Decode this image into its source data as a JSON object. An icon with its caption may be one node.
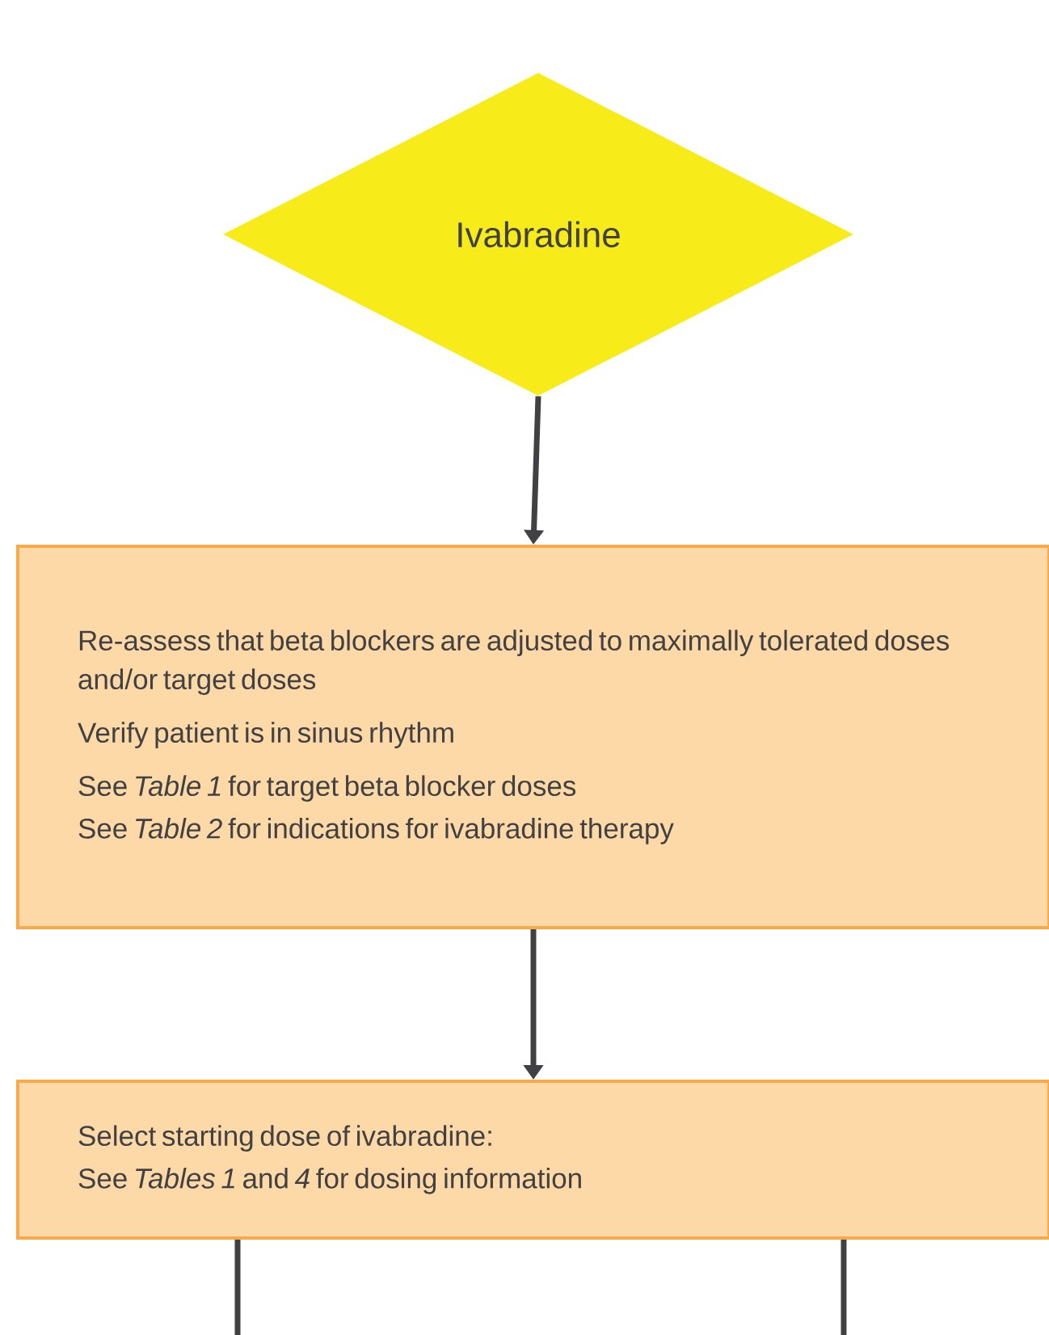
{
  "diagram": {
    "nodes": [
      {
        "text": [
          "Ivabradine"
        ]
      },
      {
        "text": [
          "Re-assess that beta blockers are adjusted to maximally tolerated doses and/or target doses",
          "Verify patient is in sinus rhythm",
          "See *Table 1* for target beta blocker doses",
          "See *Table 2* for indications for ivabradine therapy"
        ]
      },
      {
        "text": [
          "Select starting dose of ivabradine:",
          "See *Tables 1* and *4* for dosing information"
        ]
      }
    ],
    "edges": [
      {
        "from": 0,
        "to": 1,
        "arrow": "to"
      },
      {
        "from": 1,
        "to": 2,
        "arrow": "to"
      },
      {
        "from": 2,
        "to": null,
        "arrow": "none"
      },
      {
        "from": 2,
        "to": null,
        "arrow": "none"
      }
    ]
  }
}
